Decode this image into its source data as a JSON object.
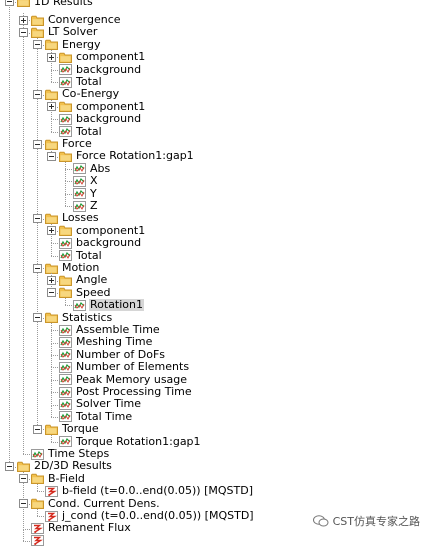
{
  "tree": [
    {
      "label": "1D Results",
      "depth": 0,
      "icon": "folder",
      "expander": "minus",
      "clip": true
    },
    {
      "label": "Convergence",
      "depth": 1,
      "icon": "folder",
      "expander": "plus"
    },
    {
      "label": "LT Solver",
      "depth": 1,
      "icon": "folder",
      "expander": "minus"
    },
    {
      "label": "Energy",
      "depth": 2,
      "icon": "folder",
      "expander": "minus"
    },
    {
      "label": "component1",
      "depth": 3,
      "icon": "folder",
      "expander": "plus"
    },
    {
      "label": "background",
      "depth": 3,
      "icon": "curve"
    },
    {
      "label": "Total",
      "depth": 3,
      "icon": "curve"
    },
    {
      "label": "Co-Energy",
      "depth": 2,
      "icon": "folder",
      "expander": "minus"
    },
    {
      "label": "component1",
      "depth": 3,
      "icon": "folder",
      "expander": "plus"
    },
    {
      "label": "background",
      "depth": 3,
      "icon": "curve"
    },
    {
      "label": "Total",
      "depth": 3,
      "icon": "curve"
    },
    {
      "label": "Force",
      "depth": 2,
      "icon": "folder",
      "expander": "minus"
    },
    {
      "label": "Force Rotation1:gap1",
      "depth": 3,
      "icon": "folder",
      "expander": "minus"
    },
    {
      "label": "Abs",
      "depth": 4,
      "icon": "curve"
    },
    {
      "label": "X",
      "depth": 4,
      "icon": "curve"
    },
    {
      "label": "Y",
      "depth": 4,
      "icon": "curve"
    },
    {
      "label": "Z",
      "depth": 4,
      "icon": "curve"
    },
    {
      "label": "Losses",
      "depth": 2,
      "icon": "folder",
      "expander": "minus"
    },
    {
      "label": "component1",
      "depth": 3,
      "icon": "folder",
      "expander": "plus"
    },
    {
      "label": "background",
      "depth": 3,
      "icon": "curve"
    },
    {
      "label": "Total",
      "depth": 3,
      "icon": "curve"
    },
    {
      "label": "Motion",
      "depth": 2,
      "icon": "folder",
      "expander": "minus"
    },
    {
      "label": "Angle",
      "depth": 3,
      "icon": "folder",
      "expander": "plus"
    },
    {
      "label": "Speed",
      "depth": 3,
      "icon": "folder",
      "expander": "minus"
    },
    {
      "label": "Rotation1",
      "depth": 4,
      "icon": "curve",
      "selected": true
    },
    {
      "label": "Statistics",
      "depth": 2,
      "icon": "folder",
      "expander": "minus"
    },
    {
      "label": "Assemble Time",
      "depth": 3,
      "icon": "curve"
    },
    {
      "label": "Meshing Time",
      "depth": 3,
      "icon": "curve"
    },
    {
      "label": "Number of DoFs",
      "depth": 3,
      "icon": "curve"
    },
    {
      "label": "Number of Elements",
      "depth": 3,
      "icon": "curve"
    },
    {
      "label": "Peak Memory usage",
      "depth": 3,
      "icon": "curve"
    },
    {
      "label": "Post Processing Time",
      "depth": 3,
      "icon": "curve"
    },
    {
      "label": "Solver Time",
      "depth": 3,
      "icon": "curve"
    },
    {
      "label": "Total Time",
      "depth": 3,
      "icon": "curve"
    },
    {
      "label": "Torque",
      "depth": 2,
      "icon": "folder",
      "expander": "minus"
    },
    {
      "label": "Torque Rotation1:gap1",
      "depth": 3,
      "icon": "curve"
    },
    {
      "label": "Time Steps",
      "depth": 1,
      "icon": "curve"
    },
    {
      "label": "2D/3D Results",
      "depth": 0,
      "icon": "folder",
      "expander": "minus"
    },
    {
      "label": "B-Field",
      "depth": 1,
      "icon": "folder",
      "expander": "minus"
    },
    {
      "label": "b-field (t=0.0..end(0.05)) [MQSTD]",
      "depth": 2,
      "icon": "field"
    },
    {
      "label": "Cond. Current Dens.",
      "depth": 1,
      "icon": "folder",
      "expander": "minus"
    },
    {
      "label": "j_cond (t=0.0..end(0.05)) [MQSTD]",
      "depth": 2,
      "icon": "field"
    },
    {
      "label": "Remanent Flux",
      "depth": 1,
      "icon": "field"
    },
    {
      "label": "",
      "depth": 1,
      "icon": "field",
      "clip": true
    }
  ],
  "watermark": {
    "text": "CST仿真专家之路"
  },
  "colors": {
    "folder": "#f2c14e",
    "folder_dark": "#c9952b",
    "curve_green": "#1f9e3a",
    "curve_red": "#d33a2c",
    "field_red": "#d42a1e",
    "selection": "#d6d6d6"
  }
}
